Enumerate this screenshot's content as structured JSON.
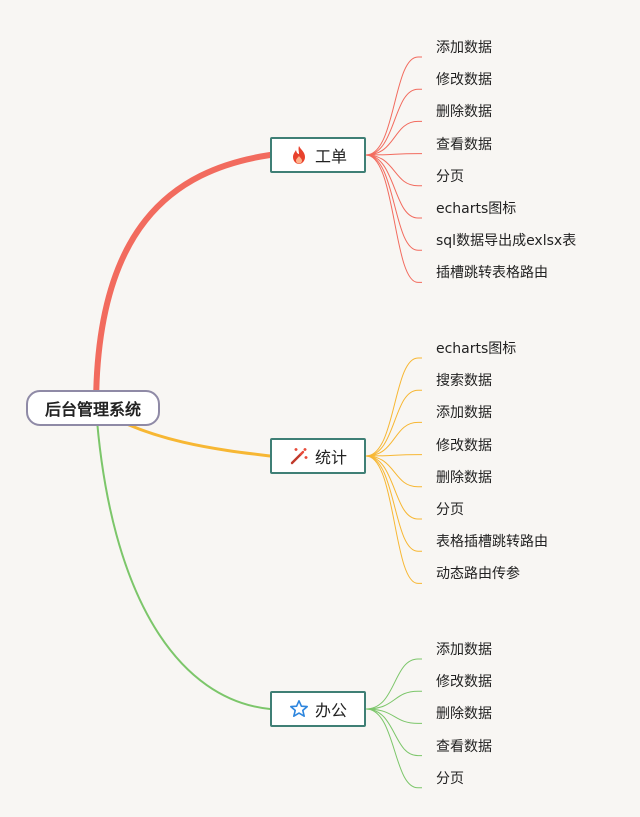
{
  "root": {
    "label": "后台管理系统"
  },
  "branches": [
    {
      "label": "工单",
      "icon": "fire-icon",
      "color": "#f26b5e",
      "items": [
        "添加数据",
        "修改数据",
        "删除数据",
        "查看数据",
        "分页",
        "echarts图标",
        "sql数据导出成exlsx表",
        "插槽跳转表格路由"
      ]
    },
    {
      "label": "统计",
      "icon": "magic-wand-icon",
      "color": "#f7b733",
      "items": [
        "echarts图标",
        "搜索数据",
        "添加数据",
        "修改数据",
        "删除数据",
        "分页",
        "表格插槽跳转路由",
        "动态路由传参"
      ]
    },
    {
      "label": "办公",
      "icon": "star-icon",
      "color": "#7cc66a",
      "items": [
        "添加数据",
        "修改数据",
        "删除数据",
        "查看数据",
        "分页"
      ]
    }
  ]
}
